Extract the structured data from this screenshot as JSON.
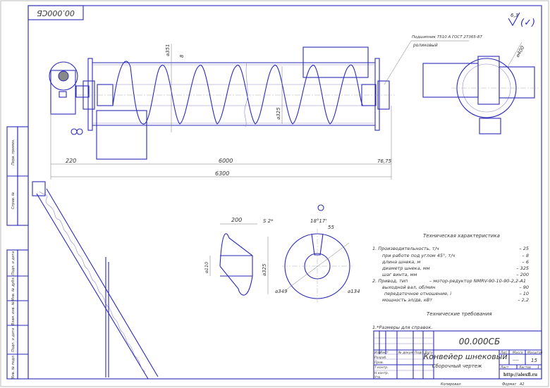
{
  "drawing": {
    "code_rotated": "00.000СБ",
    "roughness": {
      "value": "6,3",
      "symbol": "(✓)"
    },
    "bearing_note": {
      "line1": "Подшипник 7510 А ГОСТ 27365-87",
      "line2": "роликовый"
    },
    "dimensions": {
      "d351": "⌀351",
      "d8": "8",
      "d325": "⌀325",
      "d400": "⌀400",
      "len220": "220",
      "len6000": "6000",
      "len76": "76,75",
      "len6300": "6300",
      "pitch200": "200",
      "s2": "S 2*",
      "d110": "⌀110",
      "d325b": "⌀325",
      "d349": "⌀349",
      "angle": "18°17'",
      "w55": "55",
      "d134": "⌀134"
    }
  },
  "tech_specs": {
    "title": "Техническая характеристика",
    "rows": [
      {
        "label": "1. Производительность, т/ч",
        "value": "– 25"
      },
      {
        "label": "при работе под углом 45°, т/ч",
        "value": "– 8"
      },
      {
        "label": "длина шнека, м",
        "value": "– 6"
      },
      {
        "label": "диаметр шнека, мм",
        "value": "– 325"
      },
      {
        "label": "шаг винта, мм",
        "value": "– 200"
      },
      {
        "label": "2. Привод, тип",
        "value": "– мотор-редуктор NMRV-90-10-90-2,2-A1"
      },
      {
        "label": "выходной вал, об/мин",
        "value": "– 90"
      },
      {
        "label": "передаточное отношение, i",
        "value": "– 10"
      },
      {
        "label": "мощность эл/дв, кВт",
        "value": "– 2,2"
      }
    ],
    "requirements_title": "Технические требования",
    "requirements": [
      "1.*Размеры для справок."
    ]
  },
  "title_block": {
    "code": "00.000СБ",
    "name": "Конвейер шнековый",
    "doc_type": "Сборочный чертеж",
    "cols": [
      "Изм",
      "Лист",
      "№ докум.",
      "Подп.",
      "Дата"
    ],
    "roles": [
      "Разраб.",
      "Пров.",
      "Т.контр.",
      "Н.контр.",
      "Утв."
    ],
    "lit": "Лит",
    "mass": "Масса",
    "scale": "Масштаб",
    "mass_value": "----",
    "scale_value": "15",
    "sheet": "Лист",
    "sheets": "Листов",
    "sheets_value": "1",
    "website": "http://alexfl.ru",
    "copied": "Копировал",
    "format": "Формат",
    "format_value": "A2"
  },
  "side_stamp": [
    "Перв. примен.",
    "Справ. №",
    "Подп. и дата",
    "Инв. № дубл.",
    "Взам. инв. №",
    "Подп. и дата",
    "Инв. № подл."
  ]
}
